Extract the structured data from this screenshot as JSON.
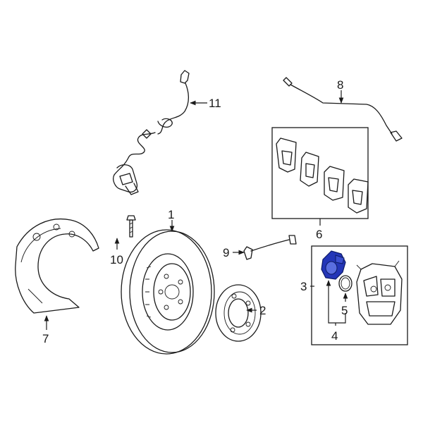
{
  "callouts": {
    "c1": "1",
    "c2": "2",
    "c3": "3",
    "c4": "4",
    "c5": "5",
    "c6": "6",
    "c7": "7",
    "c8": "8",
    "c9": "9",
    "c10": "10",
    "c11": "11"
  },
  "colors": {
    "line": "#1a1a1a",
    "highlight": "#2436b8",
    "background": "#ffffff"
  }
}
